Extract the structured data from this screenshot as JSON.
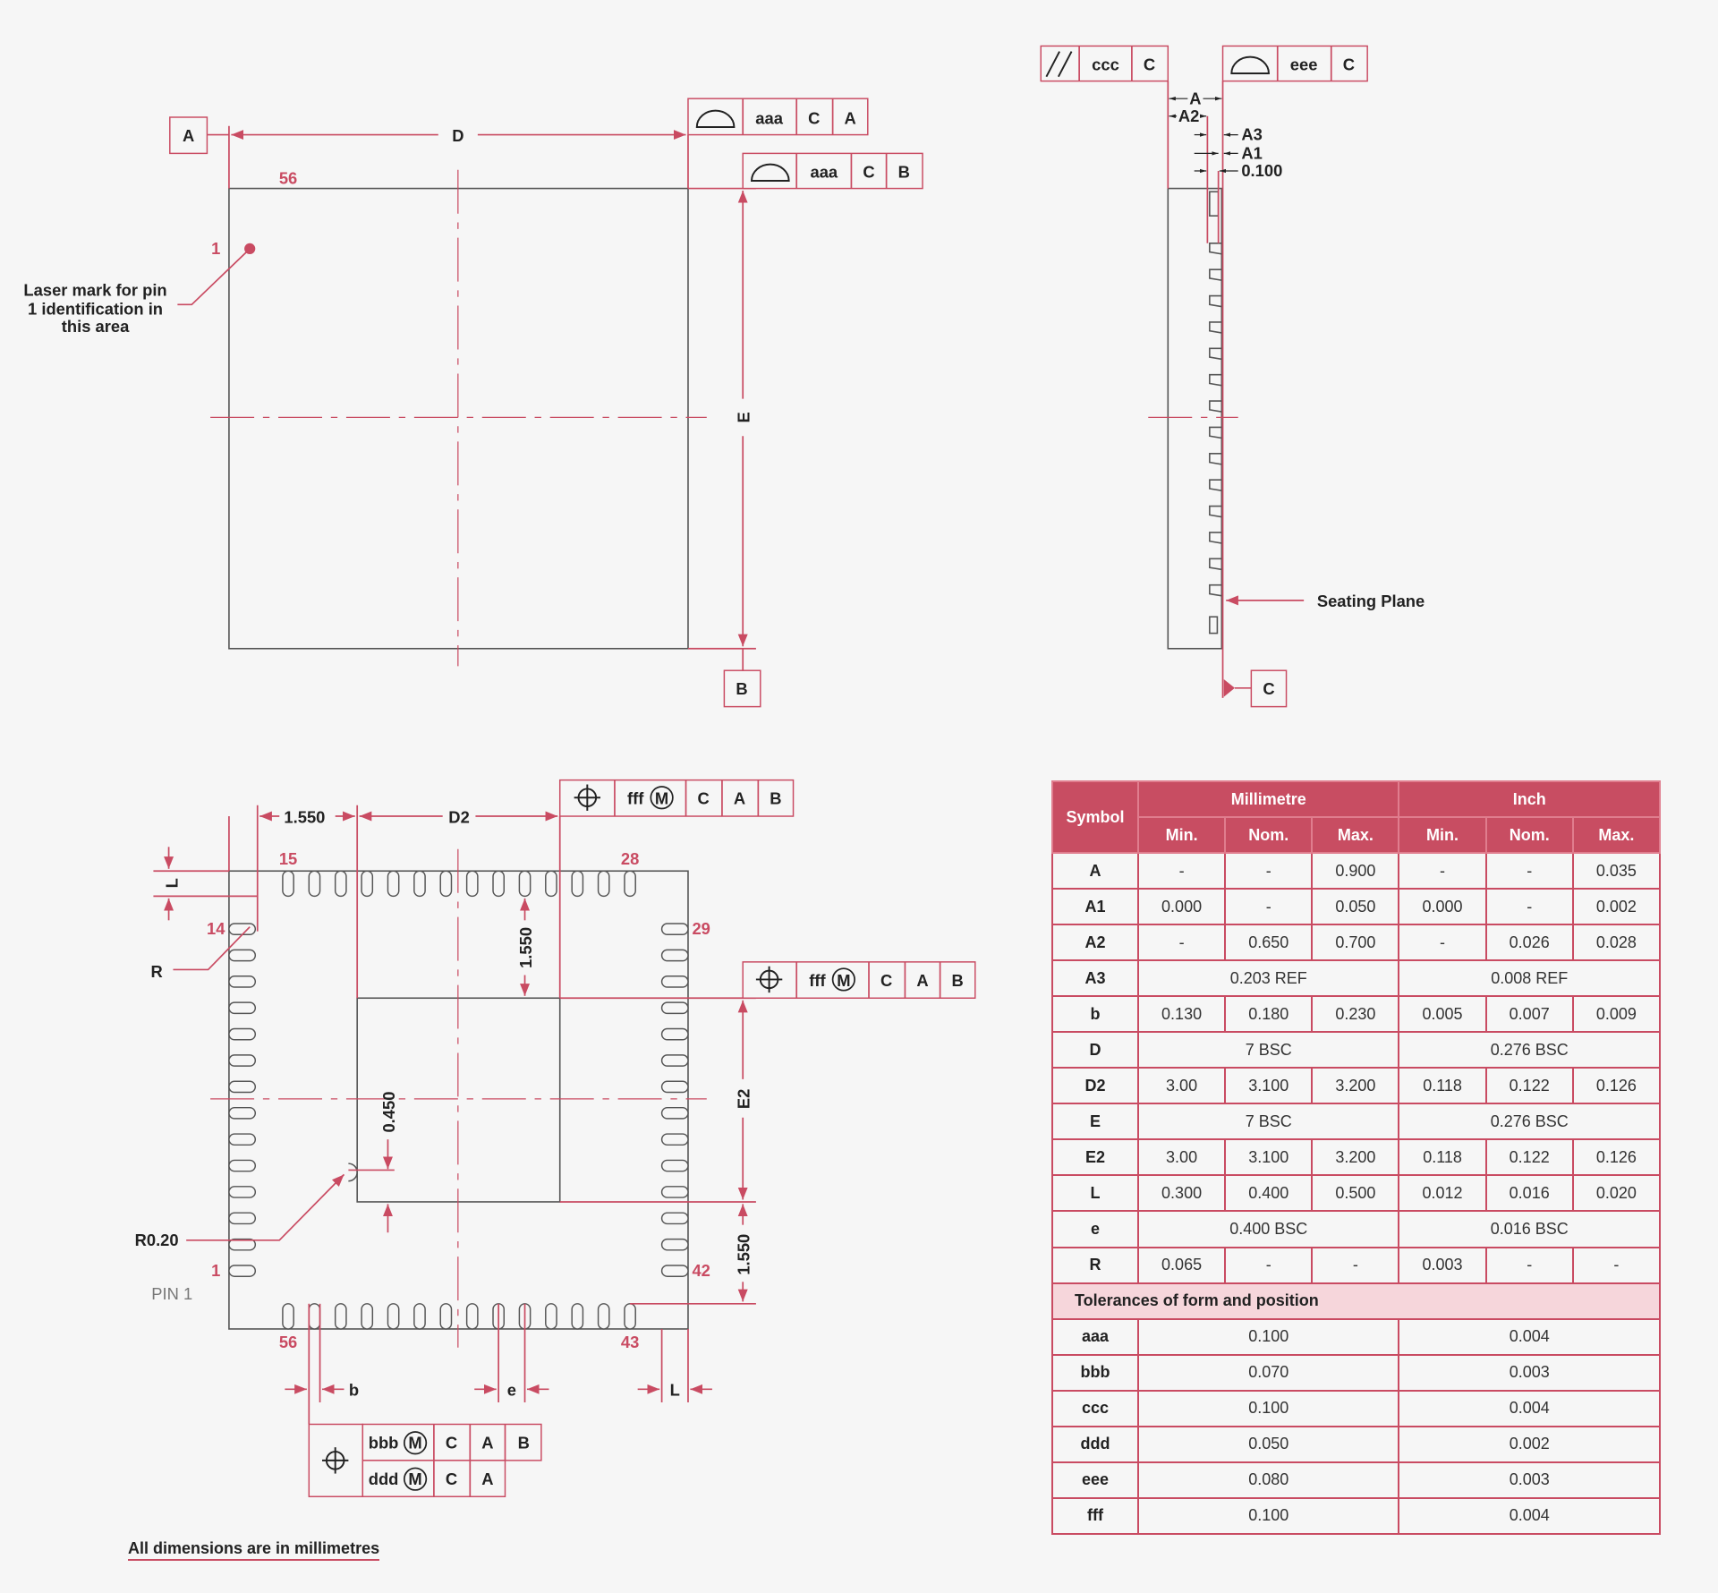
{
  "colors": {
    "accent": "#c94b62",
    "background": "#f6f6f6",
    "table_header": "#c84d62",
    "section_row": "#f6d6db"
  },
  "top_view": {
    "datum_a": "A",
    "datum_b": "B",
    "dim_d": "D",
    "dim_e": "E",
    "pin_56": "56",
    "pin_1": "1",
    "laser_note": [
      "Laser mark for pin",
      "1 identification in",
      "this area"
    ],
    "fcf1": {
      "symbol": "profile-of-surface-icon",
      "tol": "aaa",
      "ref1": "C",
      "ref2": "A"
    },
    "fcf2": {
      "symbol": "profile-of-surface-icon",
      "tol": "aaa",
      "ref1": "C",
      "ref2": "B"
    }
  },
  "side_view": {
    "fcf_parallel": {
      "symbol": "parallelism-icon",
      "tol": "ccc",
      "ref": "C"
    },
    "fcf_profile": {
      "symbol": "profile-of-surface-icon",
      "tol": "eee",
      "ref": "C"
    },
    "dims": {
      "a": "A",
      "a2": "A2",
      "a3": "A3",
      "a1": "A1",
      "gap": "0.100"
    },
    "seating_plane": "Seating Plane",
    "datum_c": "C"
  },
  "bottom_view": {
    "dim_1550_top": "1.550",
    "dim_d2": "D2",
    "dim_1550_inner": "1.550",
    "dim_e2": "E2",
    "dim_1550_right": "1.550",
    "dim_0450": "0.450",
    "dim_l_left": "L",
    "label_r": "R",
    "label_r020": "R0.20",
    "pin_labels": {
      "p15": "15",
      "p28": "28",
      "p14": "14",
      "p29": "29",
      "p1": "1",
      "p42": "42",
      "p56": "56",
      "p43": "43"
    },
    "pin1_text": "PIN 1",
    "dim_b": "b",
    "dim_e": "e",
    "dim_l": "L",
    "fcf_fff1": {
      "symbol": "position-icon",
      "tol": "fff",
      "modifier": "M",
      "ref1": "C",
      "ref2": "A",
      "ref3": "B"
    },
    "fcf_fff2": {
      "symbol": "position-icon",
      "tol": "fff",
      "modifier": "M",
      "ref1": "C",
      "ref2": "A",
      "ref3": "B"
    },
    "fcf_bbb": {
      "symbol": "position-icon",
      "tol": "bbb",
      "modifier": "M",
      "ref1": "C",
      "ref2": "A",
      "ref3": "B"
    },
    "fcf_ddd": {
      "tol": "ddd",
      "modifier": "M",
      "ref1": "C",
      "ref2": "A"
    }
  },
  "table": {
    "headers": {
      "symbol": "Symbol",
      "mm": "Millimetre",
      "inch": "Inch",
      "min": "Min.",
      "nom": "Nom.",
      "max": "Max."
    },
    "rows": [
      {
        "sym": "A",
        "v": [
          "-",
          "-",
          "0.900",
          "-",
          "-",
          "0.035"
        ]
      },
      {
        "sym": "A1",
        "v": [
          "0.000",
          "-",
          "0.050",
          "0.000",
          "-",
          "0.002"
        ]
      },
      {
        "sym": "A2",
        "v": [
          "-",
          "0.650",
          "0.700",
          "-",
          "0.026",
          "0.028"
        ]
      },
      {
        "sym": "A3",
        "mm": "0.203 REF",
        "in": "0.008 REF"
      },
      {
        "sym": "b",
        "v": [
          "0.130",
          "0.180",
          "0.230",
          "0.005",
          "0.007",
          "0.009"
        ]
      },
      {
        "sym": "D",
        "mm": "7 BSC",
        "in": "0.276 BSC"
      },
      {
        "sym": "D2",
        "v": [
          "3.00",
          "3.100",
          "3.200",
          "0.118",
          "0.122",
          "0.126"
        ]
      },
      {
        "sym": "E",
        "mm": "7 BSC",
        "in": "0.276 BSC"
      },
      {
        "sym": "E2",
        "v": [
          "3.00",
          "3.100",
          "3.200",
          "0.118",
          "0.122",
          "0.126"
        ]
      },
      {
        "sym": "L",
        "v": [
          "0.300",
          "0.400",
          "0.500",
          "0.012",
          "0.016",
          "0.020"
        ]
      },
      {
        "sym": "e",
        "mm": "0.400 BSC",
        "in": "0.016 BSC"
      },
      {
        "sym": "R",
        "v": [
          "0.065",
          "-",
          "-",
          "0.003",
          "-",
          "-"
        ]
      }
    ],
    "section": "Tolerances of form and position",
    "tolerances": [
      {
        "sym": "aaa",
        "mm": "0.100",
        "in": "0.004"
      },
      {
        "sym": "bbb",
        "mm": "0.070",
        "in": "0.003"
      },
      {
        "sym": "ccc",
        "mm": "0.100",
        "in": "0.004"
      },
      {
        "sym": "ddd",
        "mm": "0.050",
        "in": "0.002"
      },
      {
        "sym": "eee",
        "mm": "0.080",
        "in": "0.003"
      },
      {
        "sym": "fff",
        "mm": "0.100",
        "in": "0.004"
      }
    ]
  },
  "footer": "All dimensions are in millimetres"
}
